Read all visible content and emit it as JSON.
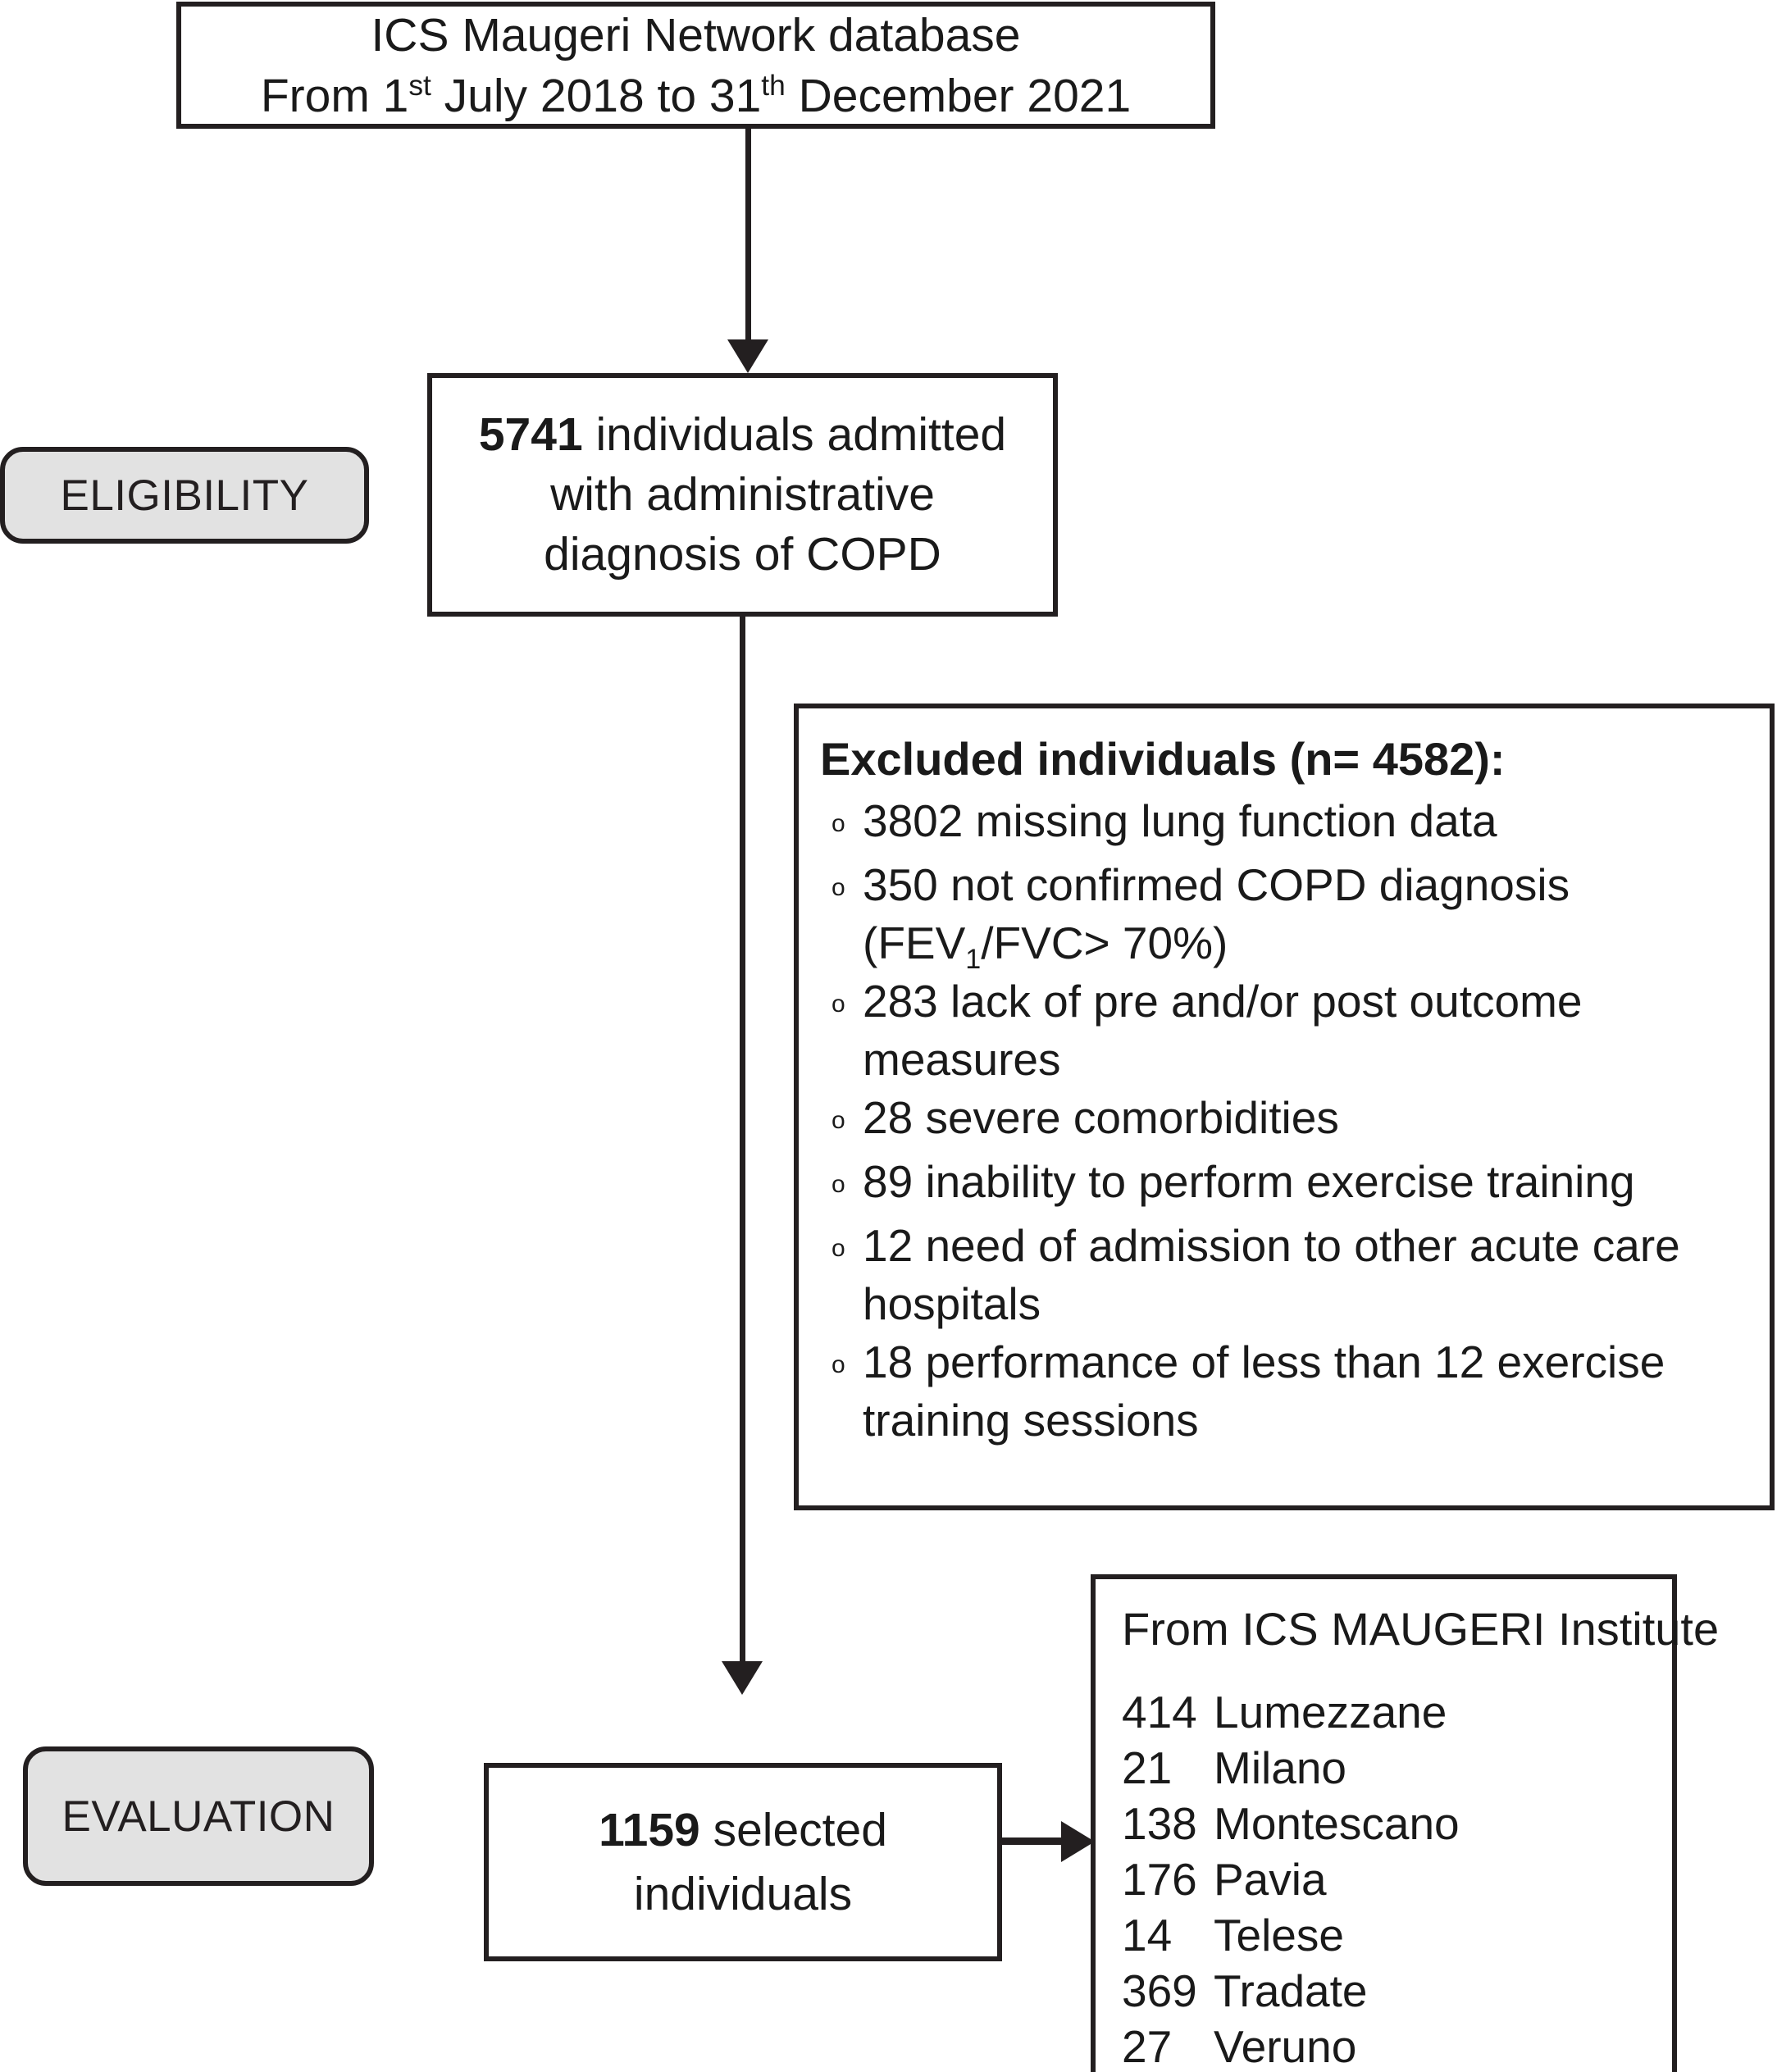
{
  "diagram": {
    "title": "COPD study participant flow diagram",
    "accent_border": "#231f20",
    "pill_fill": "#e2e2e2"
  },
  "stages": {
    "eligibility_label": "ELIGIBILITY",
    "evaluation_label": "EVALUATION"
  },
  "database_box": {
    "line1": "ICS Maugeri Network database",
    "line2_a": "From 1",
    "line2_sup1": "st",
    "line2_b": " July 2018 to 31",
    "line2_sup2": "th",
    "line2_c": " December 2021"
  },
  "eligible_box": {
    "count": "5741",
    "line1_rest": " individuals admitted",
    "line2": "with administrative",
    "line3": "diagnosis of COPD"
  },
  "excluded_box": {
    "title": "Excluded individuals (n= 4582):",
    "bullet_glyph": "o",
    "items": [
      {
        "text": "3802 missing lung function data"
      },
      {
        "text_a": "350 not confirmed COPD diagnosis",
        "text_b_pre": "(FEV",
        "text_b_sub": "1",
        "text_b_post": "/FVC> 70%)"
      },
      {
        "text": "283 lack of pre and/or post outcome measures"
      },
      {
        "text": "28 severe comorbidities"
      },
      {
        "text": "89 inability to perform exercise training"
      },
      {
        "text": "12 need of admission to other acute care hospitals"
      },
      {
        "text": "18 performance of less than 12 exercise training sessions"
      }
    ]
  },
  "selected_box": {
    "count": "1159",
    "line1_rest": " selected",
    "line2": "individuals"
  },
  "institute_box": {
    "title": "From ICS MAUGERI Institute",
    "rows": [
      {
        "count": "414",
        "name": "Lumezzane"
      },
      {
        "count": "21",
        "name": "Milano"
      },
      {
        "count": "138",
        "name": "Montescano"
      },
      {
        "count": "176",
        "name": "Pavia"
      },
      {
        "count": "14",
        "name": "Telese"
      },
      {
        "count": "369",
        "name": "Tradate"
      },
      {
        "count": "27",
        "name": "Veruno"
      }
    ]
  }
}
